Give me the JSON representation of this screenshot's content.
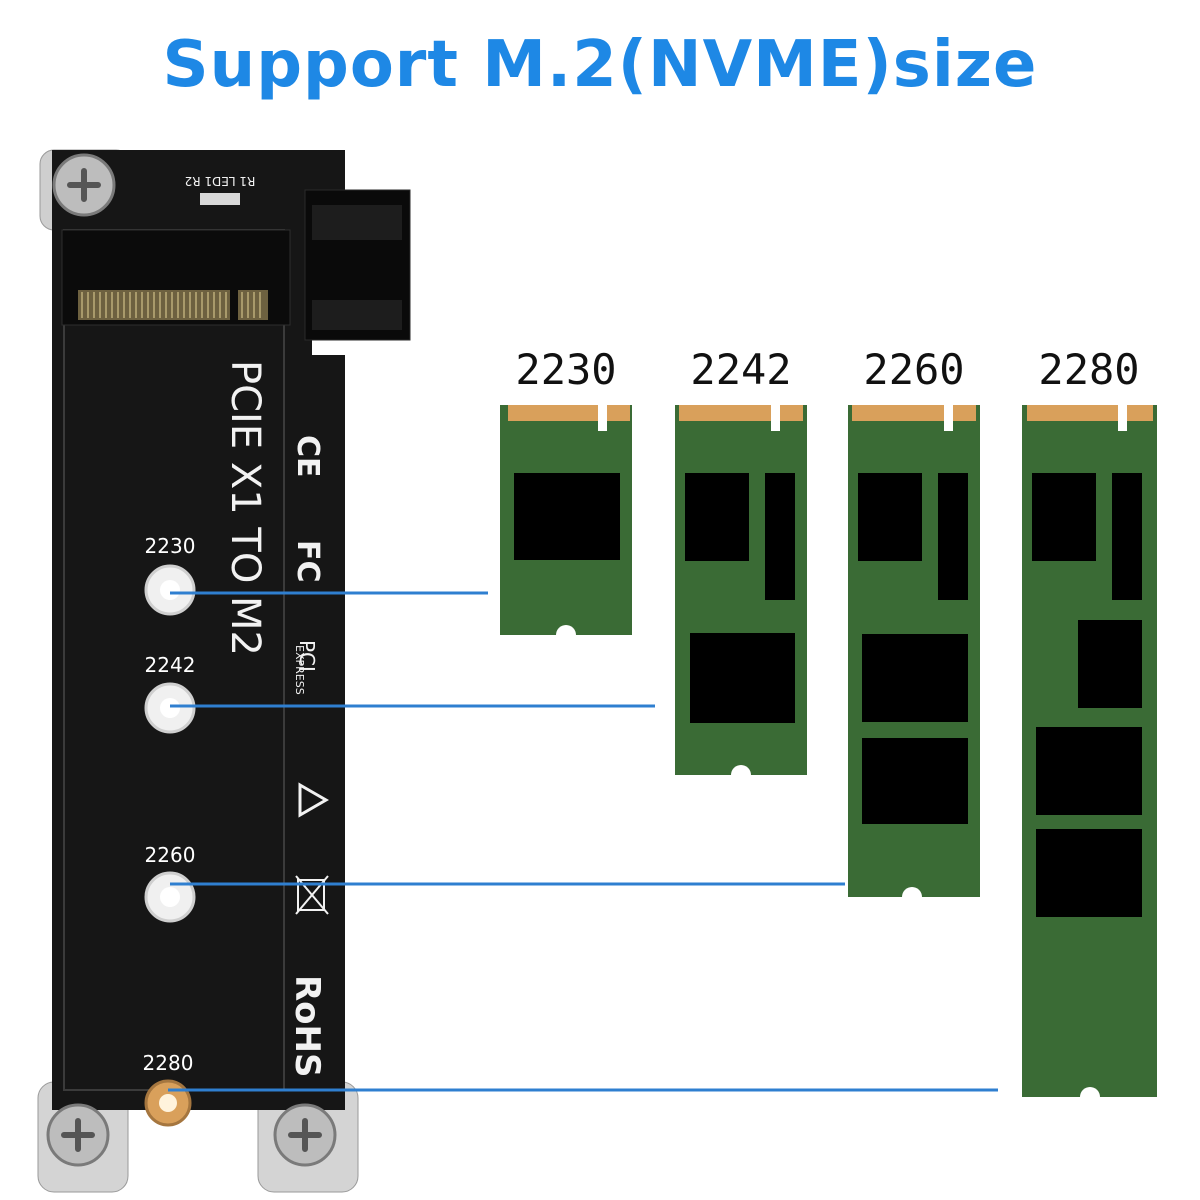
{
  "title": "Support M.2(NVME)size",
  "board": {
    "print_main": "PCIE X1 TO M2",
    "print_rohs": "RoHS",
    "print_ce": "CE",
    "print_fc": "FC",
    "print_pcie_logo": "PCI",
    "print_pcie_logo_sub": "EXPRESS",
    "print_silk": "R1 LED1 R2",
    "holes": [
      {
        "label": "2230"
      },
      {
        "label": "2242"
      },
      {
        "label": "2260"
      },
      {
        "label": "2280"
      }
    ]
  },
  "cards": [
    {
      "label": "2230"
    },
    {
      "label": "2242"
    },
    {
      "label": "2260"
    },
    {
      "label": "2280"
    }
  ],
  "colors": {
    "title": "#1e88e5",
    "board": "#161616",
    "pcb_green": "#3a6b35",
    "gold_contacts": "#d9a05b",
    "chip": "#000000",
    "leader_line": "#2f7fd0"
  }
}
